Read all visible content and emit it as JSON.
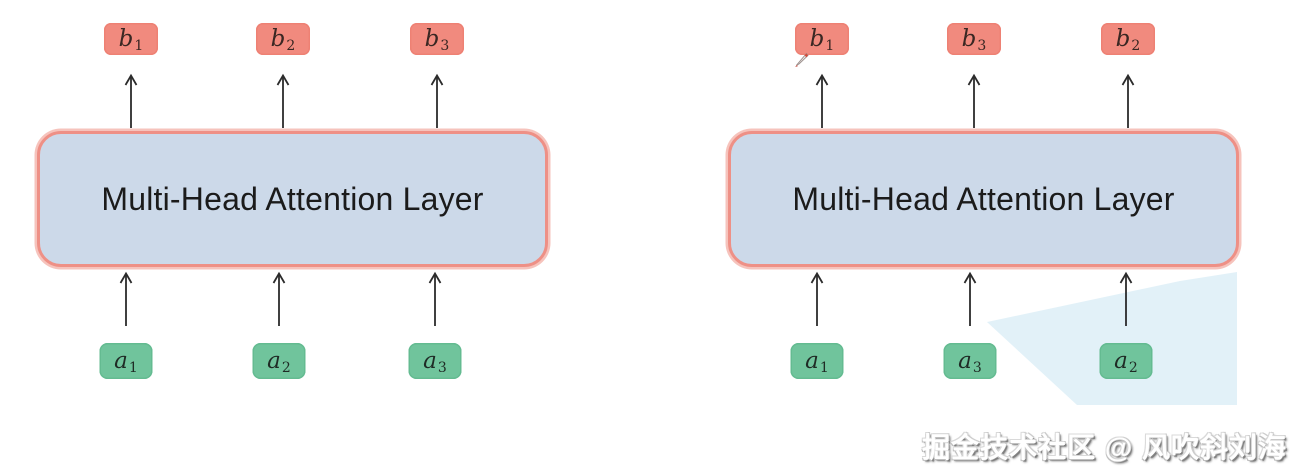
{
  "watermark": "掘金技术社区 @ 风吹斜刘海",
  "colors": {
    "output_node_fill": "#f18a7e",
    "input_node_fill": "#70c49c",
    "layer_fill": "#ccd9e9",
    "layer_border": "#ee9086",
    "wedge_fill": "#ddeef7",
    "arrow_stroke": "#2b2b2b",
    "background": "#ffffff"
  },
  "icons": {
    "pen_cursor": "pen-cursor-icon"
  },
  "diagrams": [
    {
      "side": "left",
      "layer_label": "Multi-Head Attention Layer",
      "outputs": [
        {
          "base": "b",
          "sub": "1"
        },
        {
          "base": "b",
          "sub": "2"
        },
        {
          "base": "b",
          "sub": "3"
        }
      ],
      "inputs": [
        {
          "base": "a",
          "sub": "1"
        },
        {
          "base": "a",
          "sub": "2"
        },
        {
          "base": "a",
          "sub": "3"
        }
      ]
    },
    {
      "side": "right",
      "layer_label": "Multi-Head Attention Layer",
      "outputs": [
        {
          "base": "b",
          "sub": "1"
        },
        {
          "base": "b",
          "sub": "3"
        },
        {
          "base": "b",
          "sub": "2"
        }
      ],
      "inputs": [
        {
          "base": "a",
          "sub": "1"
        },
        {
          "base": "a",
          "sub": "3"
        },
        {
          "base": "a",
          "sub": "2"
        }
      ]
    }
  ]
}
